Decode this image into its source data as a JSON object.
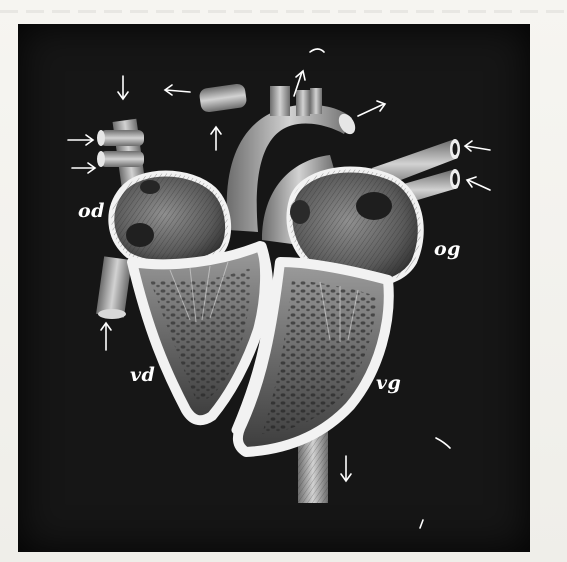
{
  "figure": {
    "labels": {
      "right_atrium": "od",
      "left_atrium": "og",
      "right_ventricle": "vd",
      "left_ventricle": "vg"
    },
    "colors": {
      "plate": "#161616",
      "vessel": "#bdbdbd",
      "vessel_dark": "#7a7a7a",
      "outline": "#f2f2f2"
    }
  }
}
